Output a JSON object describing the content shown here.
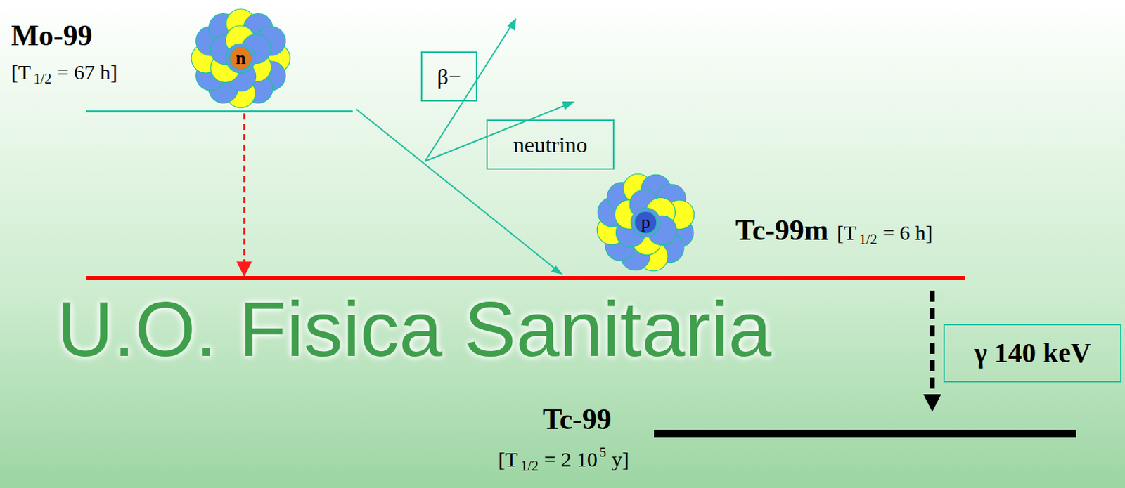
{
  "diagram": {
    "nodes": [
      {
        "text": [
          "n"
        ]
      },
      {
        "text": [
          "β−"
        ]
      },
      {
        "text": [
          "neutrino"
        ]
      },
      {
        "text": [
          "p"
        ]
      },
      {
        "text": [
          "γ 140 keV"
        ]
      }
    ],
    "labels": [
      "Mo-99",
      "[T",
      "1/2",
      "= 67 h]",
      "Tc-99m",
      "[T",
      "1/2",
      "= 6 h]",
      "U.O. Fisica Sanitaria",
      "Tc-99",
      "[T",
      "1/2",
      "= 2 10",
      "5",
      "y]"
    ]
  }
}
